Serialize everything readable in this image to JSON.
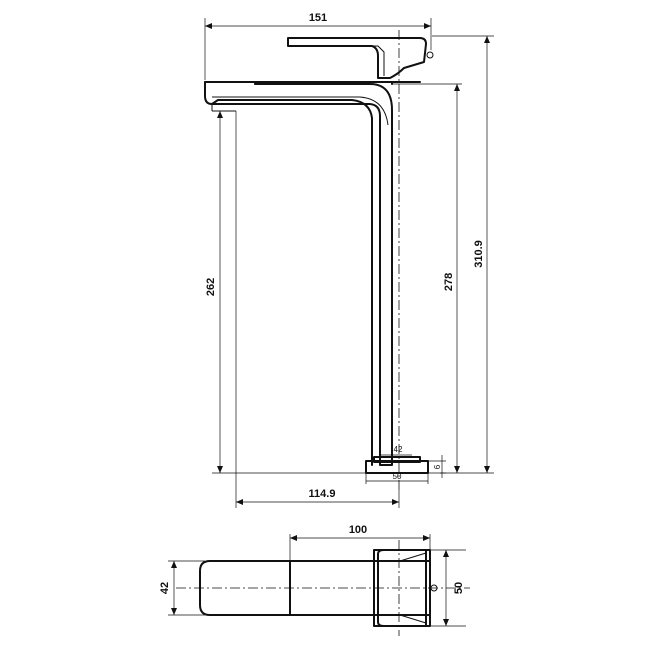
{
  "dimensions": {
    "width_total": "151",
    "height_total": "310.9",
    "height_spout_top": "278",
    "height_spout_outlet": "262",
    "spout_reach": "114.9",
    "base_top_width": "42",
    "base_width": "50",
    "base_thickness": "6",
    "plan_length": "100",
    "plan_width_body": "42",
    "plan_width_base": "50"
  }
}
